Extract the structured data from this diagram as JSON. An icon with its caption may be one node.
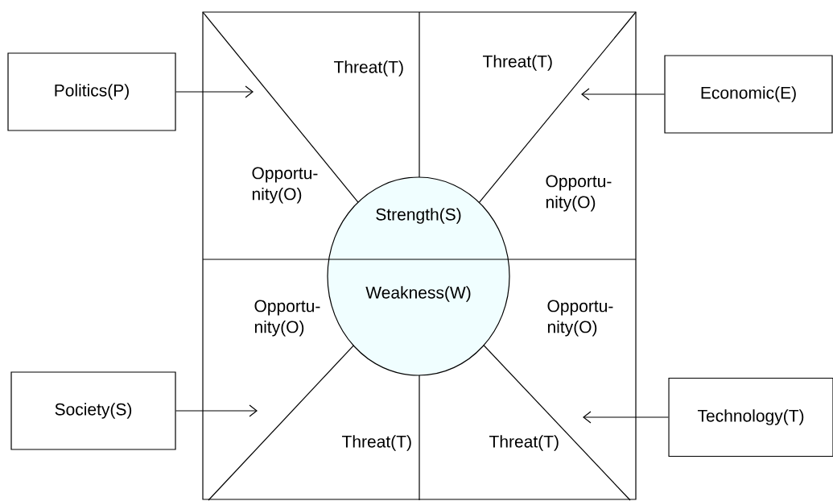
{
  "diagram": {
    "nodes": [
      {
        "text": [],
        "shape": "box"
      },
      {
        "text": [
          "Politics(P)"
        ]
      },
      {
        "text": [
          "Economic(E)"
        ]
      },
      {
        "text": [
          "Society(S)"
        ]
      },
      {
        "text": [
          "Technology(T)"
        ]
      },
      {
        "text": [
          "Strength(S)",
          "Weakness(W)"
        ],
        "in": 0
      }
    ],
    "edges": [
      {
        "from": 1,
        "to": null,
        "arrow": "to"
      },
      {
        "from": 2,
        "to": null,
        "arrow": "to"
      },
      {
        "from": 3,
        "to": null,
        "arrow": "to"
      },
      {
        "from": 4,
        "to": null,
        "arrow": "to"
      }
    ],
    "labels": [
      "Threat(T)",
      "Threat(T)",
      "Opportu- nity(O)",
      "Opportu- nity(O)",
      "Opportu- nity(O)",
      "Opportu- nity(O)",
      "Threat(T)",
      "Threat(T)"
    ]
  }
}
